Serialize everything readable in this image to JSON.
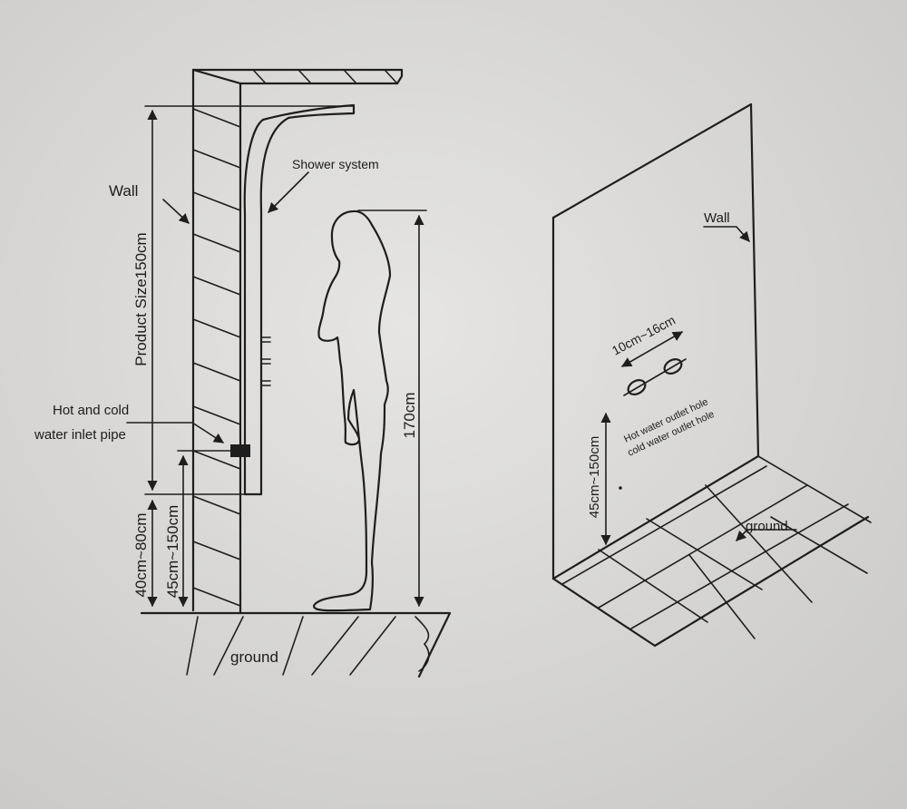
{
  "left_diagram": {
    "wall_label": "Wall",
    "shower_system_label": "Shower system",
    "product_size_label": "Product Size150cm",
    "pipe_label_line1": "Hot and cold",
    "pipe_label_line2": "water inlet pipe",
    "dim_40_80": "40cm~80cm",
    "dim_45_150": "45cm~150cm",
    "dim_170": "170cm",
    "ground_label": "ground"
  },
  "right_diagram": {
    "wall_label": "Wall",
    "spacing_label": "10cm~16cm",
    "hot_outlet_label": "Hot water outlet hole",
    "cold_outlet_label": "cold water outlet hole",
    "height_label": "45cm~150cm",
    "ground_label": "ground"
  },
  "colors": {
    "paper": "#d9d8d6",
    "ink": "#1e1e1e"
  }
}
